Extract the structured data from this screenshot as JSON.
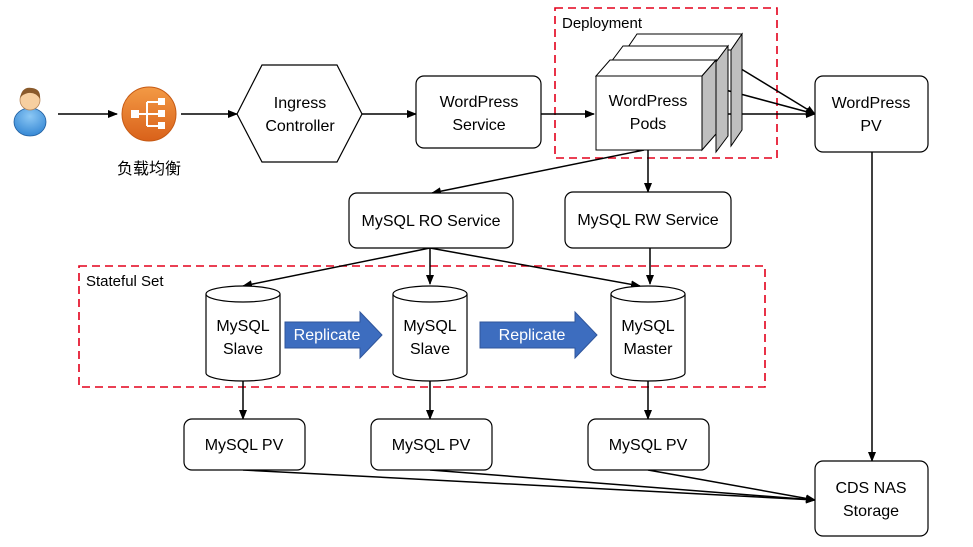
{
  "colors": {
    "group_border": "#e3001b",
    "replicate_arrow": "#3d6dbf",
    "replicate_arrow_stroke": "#2f559b",
    "load_balancer": "#e8761d",
    "pod_side": "#bfbfbf"
  },
  "icons": {
    "user": "user-avatar-icon",
    "load_balancer": "load-balancer-icon"
  },
  "user_label": "",
  "load_balancer": {
    "label": "负载均衡"
  },
  "ingress": {
    "line1": "Ingress",
    "line2": "Controller"
  },
  "wordpress_service": {
    "line1": "WordPress",
    "line2": "Service"
  },
  "deployment": {
    "label": "Deployment"
  },
  "wordpress_pods": {
    "line1": "WordPress",
    "line2": "Pods"
  },
  "wordpress_pv": {
    "line1": "WordPress",
    "line2": "PV"
  },
  "mysql_ro_service": {
    "label": "MySQL RO Service"
  },
  "mysql_rw_service": {
    "label": "MySQL RW Service"
  },
  "stateful_set": {
    "label": "Stateful Set"
  },
  "databases": [
    {
      "line1": "MySQL",
      "line2": "Slave"
    },
    {
      "line1": "MySQL",
      "line2": "Slave"
    },
    {
      "line1": "MySQL",
      "line2": "Master"
    }
  ],
  "replicate_arrows": [
    {
      "label": "Replicate"
    },
    {
      "label": "Replicate"
    }
  ],
  "mysql_pvs": [
    {
      "label": "MySQL PV"
    },
    {
      "label": "MySQL PV"
    },
    {
      "label": "MySQL PV"
    }
  ],
  "nas": {
    "line1": "CDS NAS",
    "line2": "Storage"
  }
}
